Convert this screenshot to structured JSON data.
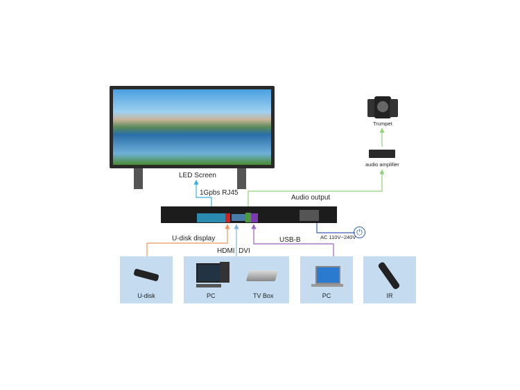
{
  "labels": {
    "led_screen": "LED Screen",
    "rj45": "1Gpbs RJ45",
    "audio_output": "Audio output",
    "trumpet": "Trumpet",
    "audio_amplifier": "audio amplifier",
    "udisk_display": "U-disk display",
    "hdmi_dvi": "HDMI  DVI",
    "usb_b": "USB-B",
    "ac_power": "AC 110V~240V"
  },
  "devices": [
    {
      "label": "U-disk"
    },
    {
      "label": "PC",
      "label2": "TV Box"
    },
    {
      "label": "PC"
    },
    {
      "label": "IR"
    }
  ],
  "colors": {
    "rj45_line": "#3ab0e0",
    "audio_line": "#8fd27a",
    "udisk_line": "#f0955a",
    "hdmi_line": "#7fb3e0",
    "usb_line": "#9a5fc8",
    "ac_line": "#3060b0",
    "device_box": "#c5dcf0"
  }
}
